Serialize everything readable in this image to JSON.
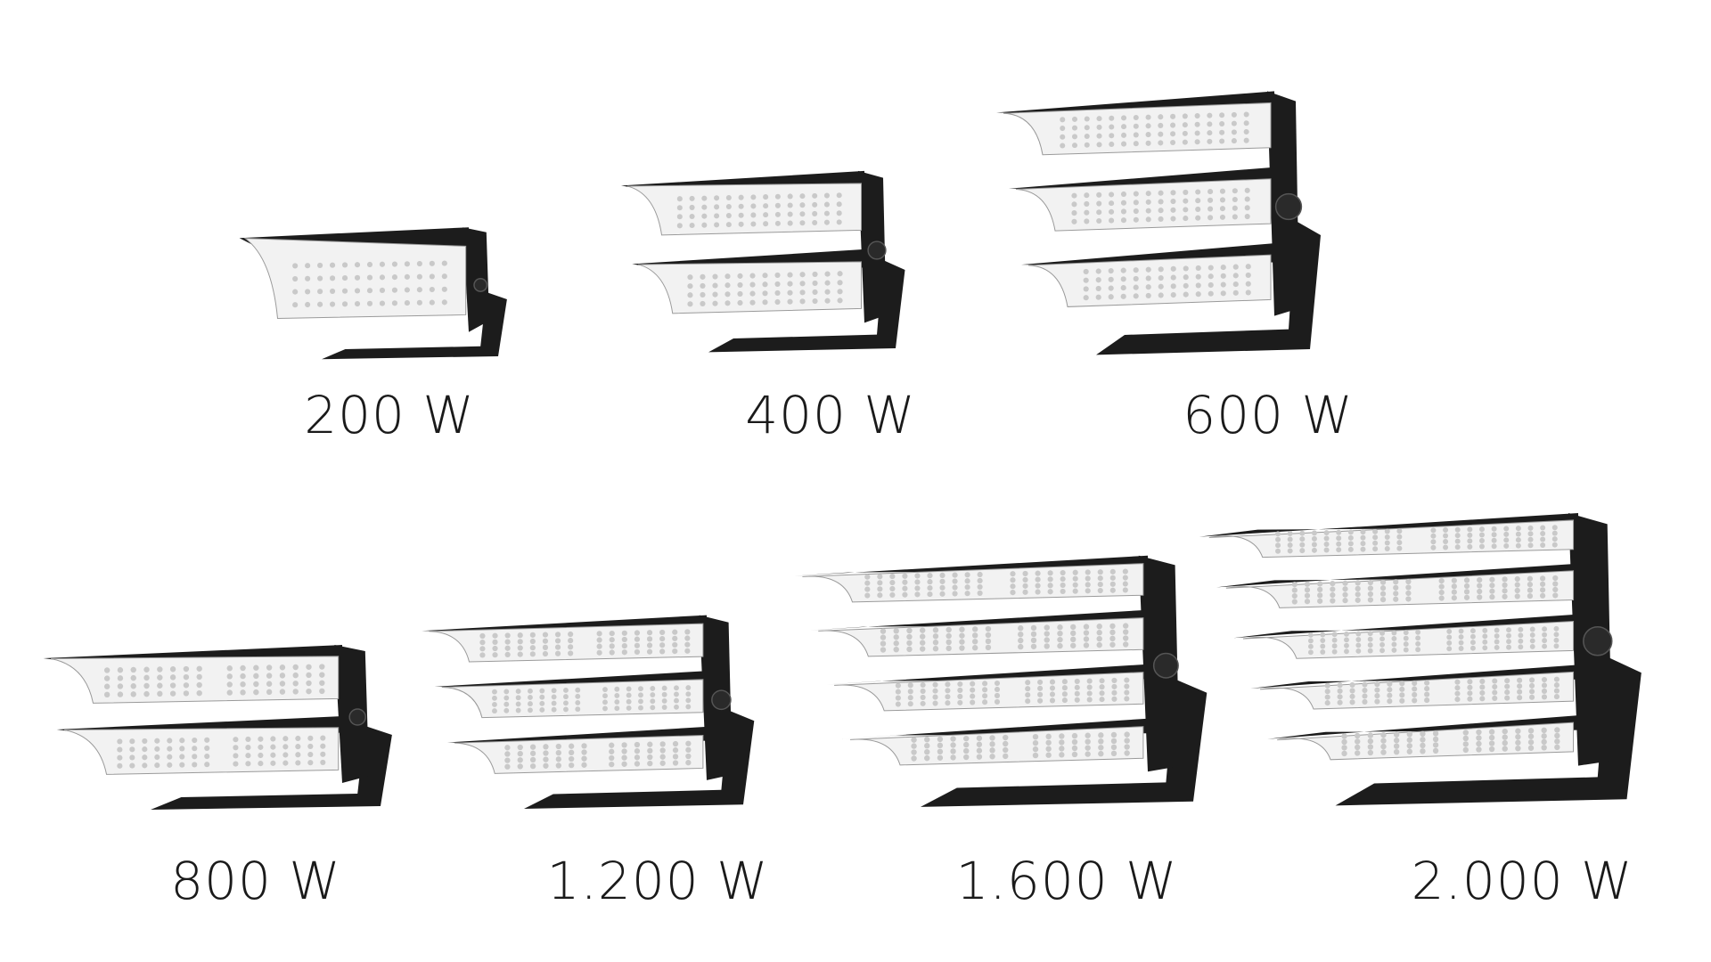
{
  "products": [
    {
      "id": "p200",
      "label": "200 W",
      "panels": 1,
      "leds_per_panel": 1
    },
    {
      "id": "p400",
      "label": "400 W",
      "panels": 2,
      "leds_per_panel": 1
    },
    {
      "id": "p600",
      "label": "600 W",
      "panels": 3,
      "leds_per_panel": 1
    },
    {
      "id": "p800",
      "label": "800 W",
      "panels": 2,
      "leds_per_panel": 2
    },
    {
      "id": "p1200",
      "label": "1.200 W",
      "panels": 3,
      "leds_per_panel": 2
    },
    {
      "id": "p1600",
      "label": "1.600 W",
      "panels": 4,
      "leds_per_panel": 2
    },
    {
      "id": "p2000",
      "label": "2.000 W",
      "panels": 5,
      "leds_per_panel": 2
    }
  ],
  "colors": {
    "background": "#ffffff",
    "housing": "#1c1c1c",
    "led_panel": "#f2f2f2",
    "led_dot": "#c9c9c9",
    "text": "#1a1a1a"
  }
}
